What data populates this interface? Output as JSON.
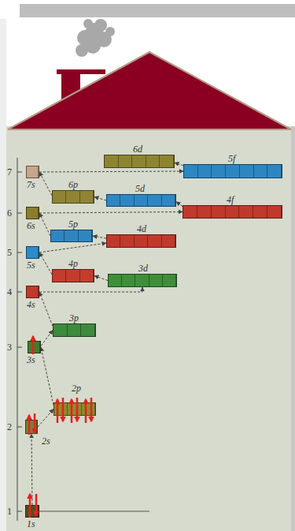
{
  "diagram": {
    "nodes": [
      {
        "text": [
          "6d"
        ]
      },
      {
        "text": [
          "5f"
        ]
      },
      {
        "text": [
          "7s"
        ]
      },
      {
        "text": [
          "6p"
        ]
      },
      {
        "text": [
          "5d"
        ]
      },
      {
        "text": [
          "4f"
        ]
      },
      {
        "text": [
          "6s"
        ]
      },
      {
        "text": [
          "5p"
        ]
      },
      {
        "text": [
          "4d"
        ]
      },
      {
        "text": [
          "5s"
        ]
      },
      {
        "text": [
          "4p"
        ]
      },
      {
        "text": [
          "3d"
        ]
      },
      {
        "text": [
          "4s"
        ]
      },
      {
        "text": [
          "3p"
        ]
      },
      {
        "text": [
          "3s"
        ]
      },
      {
        "text": [
          "2p"
        ]
      },
      {
        "text": [
          "2s"
        ]
      },
      {
        "text": [
          "1s"
        ]
      }
    ],
    "edges": [
      {
        "from": 17,
        "to": 16,
        "arrow": "to"
      },
      {
        "from": 16,
        "to": 15,
        "arrow": "to"
      },
      {
        "from": 15,
        "to": 14,
        "arrow": "to"
      },
      {
        "from": 14,
        "to": 13,
        "arrow": "to"
      },
      {
        "from": 13,
        "to": 12,
        "arrow": "to"
      },
      {
        "from": 12,
        "to": 11,
        "arrow": "to"
      },
      {
        "from": 11,
        "to": 10,
        "arrow": "to"
      },
      {
        "from": 10,
        "to": 9,
        "arrow": "to"
      },
      {
        "from": 9,
        "to": 8,
        "arrow": "to"
      },
      {
        "from": 8,
        "to": 7,
        "arrow": "to"
      },
      {
        "from": 7,
        "to": 6,
        "arrow": "to"
      },
      {
        "from": 6,
        "to": 5,
        "arrow": "to"
      },
      {
        "from": 5,
        "to": 4,
        "arrow": "to"
      },
      {
        "from": 4,
        "to": 3,
        "arrow": "to"
      },
      {
        "from": 3,
        "to": 2,
        "arrow": "to"
      },
      {
        "from": 2,
        "to": 1,
        "arrow": "to"
      },
      {
        "from": 1,
        "to": 0,
        "arrow": "to"
      }
    ],
    "labels": [
      "7",
      "6",
      "5",
      "4",
      "3",
      "2",
      "1"
    ]
  }
}
